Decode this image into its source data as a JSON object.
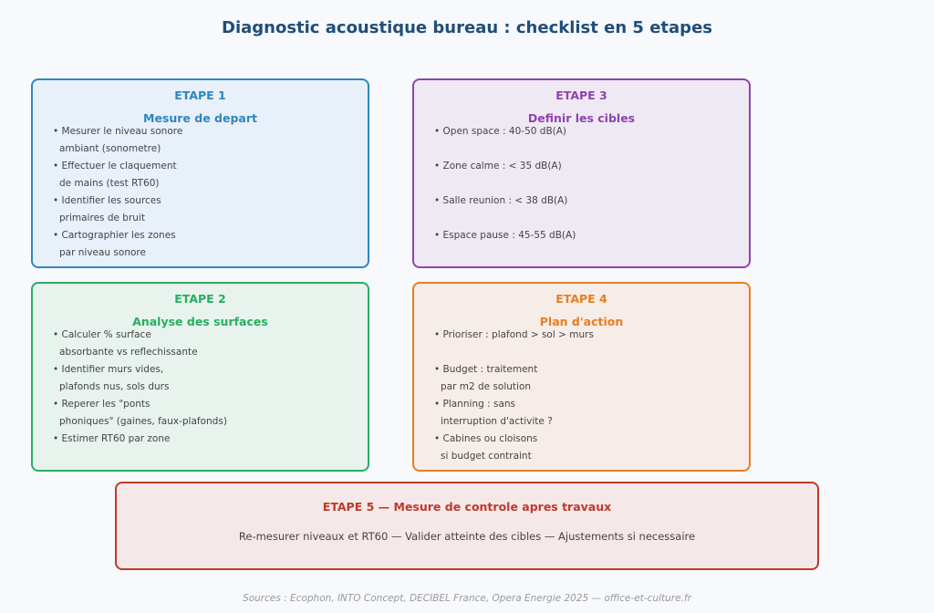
{
  "title": "Diagnostic acoustique bureau : checklist en 5 etapes",
  "colors": {
    "step1": "#2e86c1",
    "step2": "#27ae60",
    "step3": "#8e44ad",
    "step4": "#e67e22",
    "step5": "#c0392b",
    "title": "#1f4e79"
  },
  "step1": {
    "label": "ETAPE 1",
    "subtitle": "Mesure de depart",
    "lines": [
      "• Mesurer le niveau sonore",
      "ambiant (sonometre)",
      "• Effectuer le claquement",
      "de mains (test RT60)",
      "• Identifier les sources",
      "primaires de bruit",
      "• Cartographier les zones",
      "par niveau sonore"
    ]
  },
  "step2": {
    "label": "ETAPE 2",
    "subtitle": "Analyse des surfaces",
    "lines": [
      "• Calculer % surface",
      "absorbante vs reflechissante",
      "• Identifier murs vides,",
      "plafonds nus, sols durs",
      "• Reperer les \"ponts",
      "phoniques\" (gaines, faux-plafonds)",
      "• Estimer RT60 par zone"
    ]
  },
  "step3": {
    "label": "ETAPE 3",
    "subtitle": "Definir les cibles",
    "lines": [
      "• Open space : 40-50 dB(A)",
      "• Zone calme : < 35 dB(A)",
      "• Salle reunion : < 38 dB(A)",
      "• Espace pause : 45-55 dB(A)"
    ]
  },
  "step4": {
    "label": "ETAPE 4",
    "subtitle": "Plan d'action",
    "lines": [
      "• Prioriser : plafond > sol > murs",
      "• Budget : traitement",
      "par m2 de solution",
      "• Planning : sans",
      "interruption d'activite ?",
      "• Cabines ou cloisons",
      "si budget contraint"
    ]
  },
  "step5": {
    "heading": "ETAPE 5 — Mesure de controle apres travaux",
    "body": "Re-mesurer niveaux et RT60 — Valider atteinte des cibles — Ajustements si necessaire"
  },
  "sources": "Sources : Ecophon, INTO Concept, DECIBEL France, Opera Energie 2025 — office-et-culture.fr"
}
